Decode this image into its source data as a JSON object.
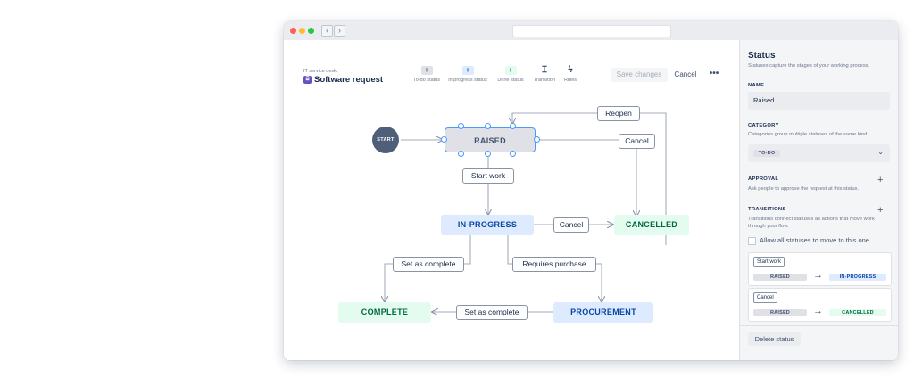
{
  "browser": {
    "back_icon": "chevron-left-icon",
    "forward_icon": "chevron-right-icon"
  },
  "header": {
    "project_sub": "IT service desk",
    "project_title": "Software request",
    "project_icon": "software-icon",
    "tools": [
      {
        "label": "To-do status",
        "glyph": "+",
        "color": "#dfe1e6"
      },
      {
        "label": "In progress status",
        "glyph": "+",
        "color": "#deebff"
      },
      {
        "label": "Done status",
        "glyph": "+",
        "color": "#e3fcef"
      },
      {
        "label": "Transition",
        "glyph": "⌶"
      },
      {
        "label": "Rules",
        "glyph": "ϟ"
      }
    ],
    "save_label": "Save changes",
    "cancel_label": "Cancel",
    "more_label": "•••"
  },
  "workflow": {
    "start_label": "START",
    "statuses": {
      "raised": "RAISED",
      "in_progress": "IN-PROGRESS",
      "cancelled": "CANCELLED",
      "complete": "COMPLETE",
      "procurement": "PROCUREMENT"
    },
    "transitions": {
      "reopen": "Reopen",
      "cancel_raised": "Cancel",
      "start_work": "Start work",
      "cancel_progress": "Cancel",
      "set_complete_progress": "Set as complete",
      "requires_purchase": "Requires purchase",
      "set_complete_procurement": "Set as complete"
    }
  },
  "panel": {
    "title": "Status",
    "description": "Statuses capture the stages of your working process.",
    "name_label": "NAME",
    "name_value": "Raised",
    "category_label": "CATEGORY",
    "category_desc": "Categories group multiple statuses of the same kind.",
    "category_value": "TO-DO",
    "approval_label": "APPROVAL",
    "approval_desc": "Ask people to approve the request at this status.",
    "transitions_label": "TRANSITIONS",
    "transitions_desc": "Transitions connect statuses as actions that move work through your flow.",
    "allow_all_label": "Allow all statuses to move to this one.",
    "allow_all_checked": false,
    "transition_cards": [
      {
        "name": "Start work",
        "from": "RAISED",
        "to": "IN-PROGRESS"
      },
      {
        "name": "Cancel",
        "from": "RAISED",
        "to": "CANCELLED"
      }
    ],
    "delete_label": "Delete status"
  },
  "colors": {
    "todo_bg": "#dfe1e6",
    "todo_text": "#42526e",
    "progress_bg": "#deebff",
    "progress_text": "#0747a6",
    "done_bg": "#e3fcef",
    "done_text": "#006644",
    "selected": "#4c9aff",
    "start": "#505f79"
  }
}
